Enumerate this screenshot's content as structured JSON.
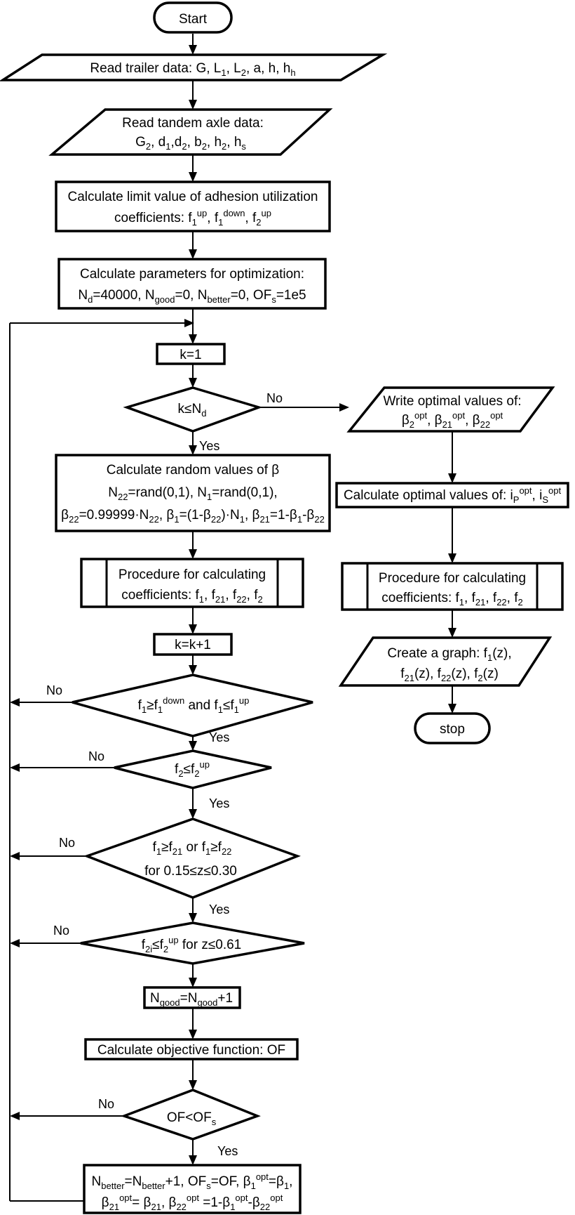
{
  "diagram": {
    "start": "Start",
    "read_trailer": "Read trailer data: G, L1, L2, a, h, hh",
    "read_tandem_1": "Read tandem axle data:",
    "read_tandem_2": "G2, d1,d2, b2, h2, hs",
    "limit_1": "Calculate limit value of adhesion utilization",
    "limit_2": "coefficients: f1up, f1down, f2up",
    "params_1": "Calculate parameters for optimization:",
    "params_2": "Nd=40000, Ngood=0, Nbetter=0, OFs=1e5",
    "k_init": "k=1",
    "k_cond": "k≤Nd",
    "random_1": "Calculate random values of β",
    "random_2": "N22=rand(0,1), N1=rand(0,1),",
    "random_3": "β22=0.99999·N22, β1=(1-β22)·N1, β21=1-β1-β22",
    "proc_left_1": "Procedure for calculating",
    "proc_left_2": "coefficients: f1, f21, f22, f2",
    "k_inc": "k=k+1",
    "cond1": "f1≥f1down and f1≤f1up",
    "cond2": "f2≤f2up",
    "cond3_1": "f1≥f21 or f1≥f22",
    "cond3_2": "for 0.15≤z≤0.30",
    "cond4": "f2i≤f2up for z≤0.61",
    "ngood": "Ngood=Ngood+1",
    "objective": "Calculate objective function: OF",
    "cond5": "OF<OFs",
    "update_1": "Nbetter=Nbetter+1, OFs=OF, β1opt=β1,",
    "update_2": "β21opt= β21, β22opt =1-β1opt-β22opt",
    "write_1": "Write optimal values of:",
    "write_2": "β2opt, β21opt, β22opt",
    "calc_opt": "Calculate optimal values of: iPopt, iSopt",
    "proc_right_1": "Procedure for calculating",
    "proc_right_2": "coefficients: f1, f21, f22, f2",
    "graph_1": "Create a graph:  f1(z),",
    "graph_2": "f21(z), f22(z), f2(z)",
    "stop": "stop",
    "yes": "Yes",
    "no": "No"
  }
}
